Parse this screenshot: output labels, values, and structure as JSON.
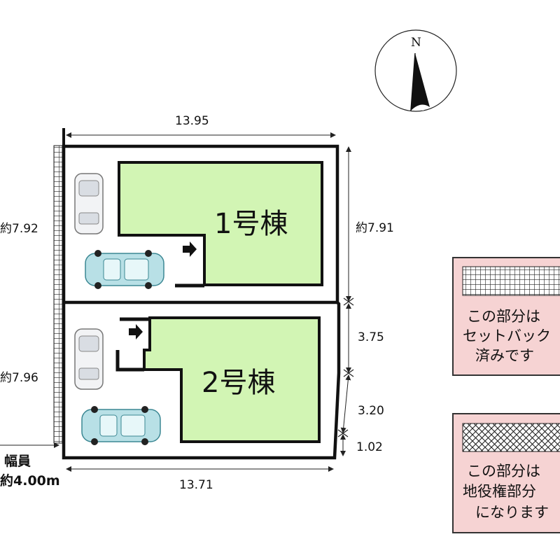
{
  "compass": {
    "north_label": "N"
  },
  "dimensions": {
    "top_width": "13.95",
    "bottom_width": "13.71",
    "left_lot1": "約7.92",
    "left_lot2": "約7.96",
    "right_lot1": "約7.91",
    "right_a": "3.75",
    "right_b": "3.20",
    "right_c": "1.02"
  },
  "buildings": {
    "lot1": "1号棟",
    "lot2": "2号棟"
  },
  "road": {
    "width_label_1": "幅員",
    "width_label_2": "約4.00m"
  },
  "legend": {
    "setback": [
      "この部分は",
      "セットバック",
      "済みです"
    ],
    "easement": [
      "この部分は",
      "地役権部分",
      "になります"
    ]
  },
  "colors": {
    "building_fill": "#d2f5b4",
    "legend_fill": "#f6d3d3",
    "car_body": "#b8e0e6",
    "car_wheel": "#222222"
  }
}
